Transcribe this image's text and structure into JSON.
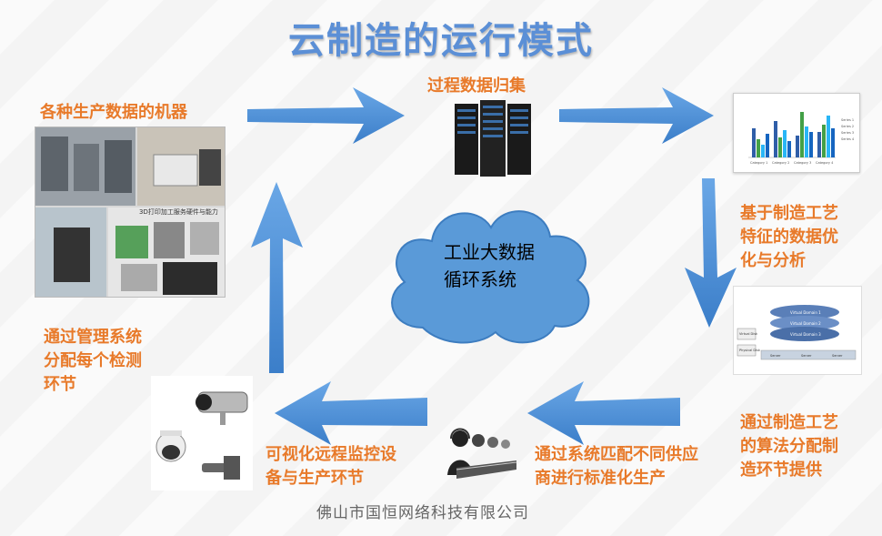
{
  "title": "云制造的运行模式",
  "company": "佛山市国恒网络科技有限公司",
  "center": {
    "line1": "工业大数据",
    "line2": "循环系统"
  },
  "labels": {
    "machines": "各种生产数据的机器",
    "collect": "过程数据归集",
    "optimize": [
      "基于制造工艺",
      "特征的数据优",
      "化与分析"
    ],
    "process_alg": [
      "通过制造工艺",
      "的算法分配制",
      "造环节提供"
    ],
    "supplier": [
      "通过系统匹配不同供应",
      "商进行标准化生产"
    ],
    "monitor": [
      "可视化远程监控设",
      "备与生产环节"
    ],
    "mgmt": [
      "通过管理系统",
      "分配每个检测",
      "环节"
    ]
  },
  "machine_photo_caption": "3D打印加工服务硬件与能力",
  "mini_chart": {
    "legend": [
      "Series 1",
      "Series 2",
      "Series 3",
      "Series 4"
    ],
    "categories": [
      "Category 1",
      "Category 2",
      "Category 3",
      "Category 4"
    ]
  },
  "network_diagram": {
    "domains": [
      "Virtual Domain 1",
      "Virtual Domain 2",
      "Virtual Domain 3"
    ],
    "left_boxes": [
      "Virtual Disk",
      "Physical Disk"
    ],
    "servers": [
      "Server",
      "Server",
      "Server"
    ]
  },
  "colors": {
    "title": "#5b8fd6",
    "label": "#e87a2a",
    "arrow": "#4a8fd9",
    "cloud": "#5a9ad8"
  }
}
